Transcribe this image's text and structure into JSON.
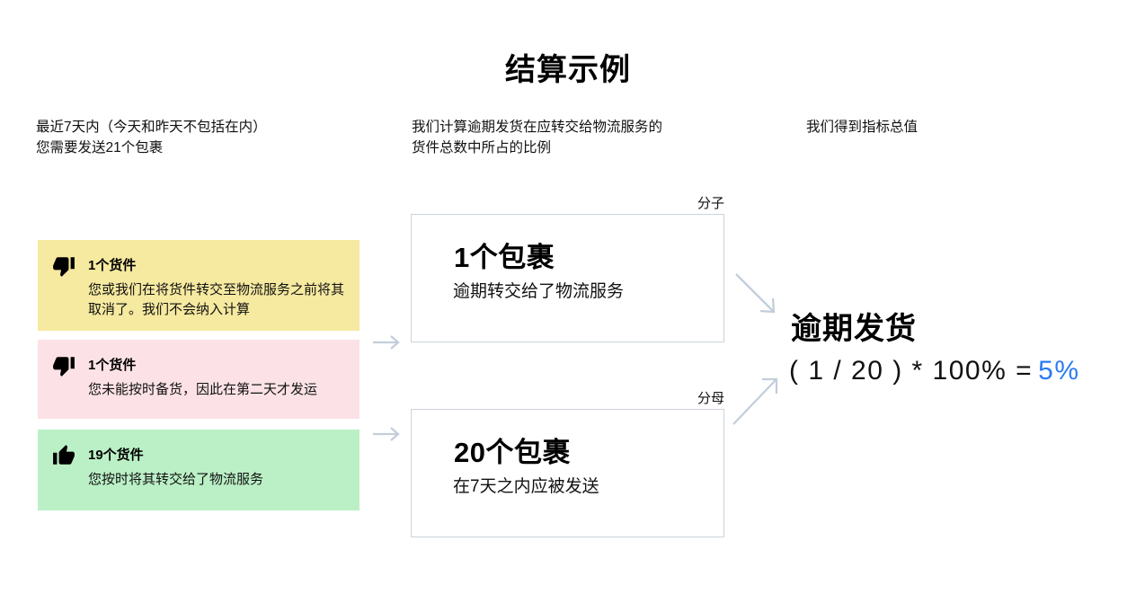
{
  "page": {
    "title": "结算示例"
  },
  "columns": {
    "left": {
      "line1": "最近7天内（今天和昨天不包括在内）",
      "line2": "您需要发送21个包裹"
    },
    "middle": {
      "line1": "我们计算逾期发货在应转交给物流服务的",
      "line2": "货件总数中所占的比例"
    },
    "right": {
      "line1": "我们得到指标总值"
    }
  },
  "cards": [
    {
      "icon": "thumbs-down-icon",
      "color": "#f6e9a0",
      "title": "1个货件",
      "body": "您或我们在将货件转交至物流服务之前将其取消了。我们不会纳入计算"
    },
    {
      "icon": "thumbs-down-icon",
      "color": "#fce2e6",
      "title": "1个货件",
      "body": "您未能按时备货，因此在第二天才发运"
    },
    {
      "icon": "thumbs-up-icon",
      "color": "#bbf0c6",
      "title": "19个货件",
      "body": "您按时将其转交给了物流服务"
    }
  ],
  "fraction": {
    "numerator": {
      "label": "分子",
      "title": "1个包裹",
      "subtitle": "逾期转交给了物流服务"
    },
    "denominator": {
      "label": "分母",
      "title": "20个包裹",
      "subtitle": "在7天之内应被发送"
    }
  },
  "result": {
    "title": "逾期发货",
    "formula_prefix": "( 1 / 20 ) * 100% =",
    "formula_value": "5%",
    "value_color": "#2b7bf3"
  },
  "colors": {
    "arrow": "#c3cedb",
    "box_border": "#ccd4da",
    "icon": "#000000"
  }
}
